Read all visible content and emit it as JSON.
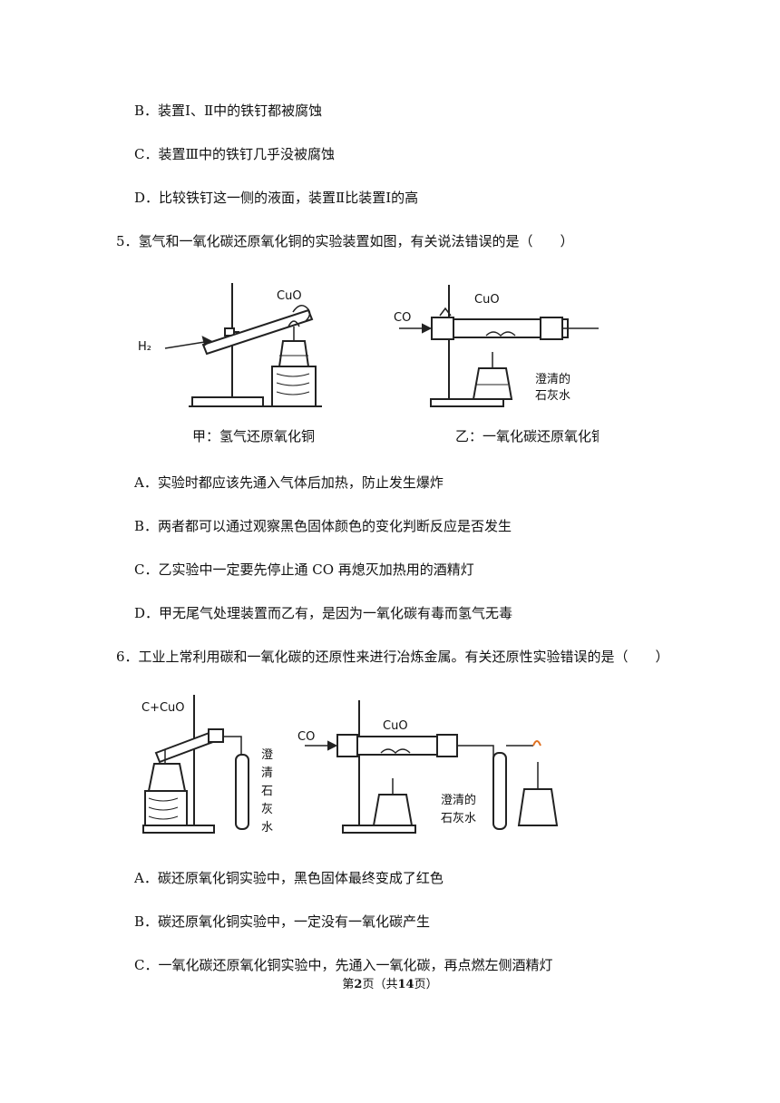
{
  "q4_options": [
    "B．装置Ⅰ、Ⅱ中的铁钉都被腐蚀",
    "C．装置Ⅲ中的铁钉几乎没被腐蚀",
    "D．比较铁钉这一侧的液面，装置Ⅱ比装置Ⅰ的高"
  ],
  "q5": {
    "stem": "5．氢气和一氧化碳还原氧化铜的实验装置如图，有关说法错误的是（　　）",
    "figure": {
      "left_label_cuo": "CuO",
      "left_label_h2": "H₂",
      "left_caption": "甲：氢气还原氧化铜",
      "right_label_co": "CO",
      "right_label_cuo": "CuO",
      "right_label_limewater_1": "澄清的",
      "right_label_limewater_2": "石灰水",
      "right_caption": "乙：一氧化碳还原氧化铜"
    },
    "options": [
      "A．实验时都应该先通入气体后加热，防止发生爆炸",
      "B．两者都可以通过观察黑色固体颜色的变化判断反应是否发生",
      "C．乙实验中一定要先停止通 CO 再熄灭加热用的酒精灯",
      "D．甲无尾气处理装置而乙有，是因为一氧化碳有毒而氢气无毒"
    ]
  },
  "q6": {
    "stem": "6．工业上常利用碳和一氧化碳的还原性来进行冶炼金属。有关还原性实验错误的是（　　）",
    "figure": {
      "left_label_reactants": "C+CuO",
      "left_vertical_chars": [
        "澄",
        "清",
        "石",
        "灰",
        "水"
      ],
      "right_label_co": "CO",
      "right_label_cuo": "CuO",
      "right_label_limewater_1": "澄清的",
      "right_label_limewater_2": "石灰水"
    },
    "options": [
      "A．碳还原氧化铜实验中，黑色固体最终变成了红色",
      "B．碳还原氧化铜实验中，一定没有一氧化碳产生",
      "C．一氧化碳还原氧化铜实验中，先通入一氧化碳，再点燃左侧酒精灯"
    ]
  },
  "footer": {
    "prefix": "第",
    "page": "2",
    "middle": "页（共",
    "total": "14",
    "suffix": "页）"
  }
}
